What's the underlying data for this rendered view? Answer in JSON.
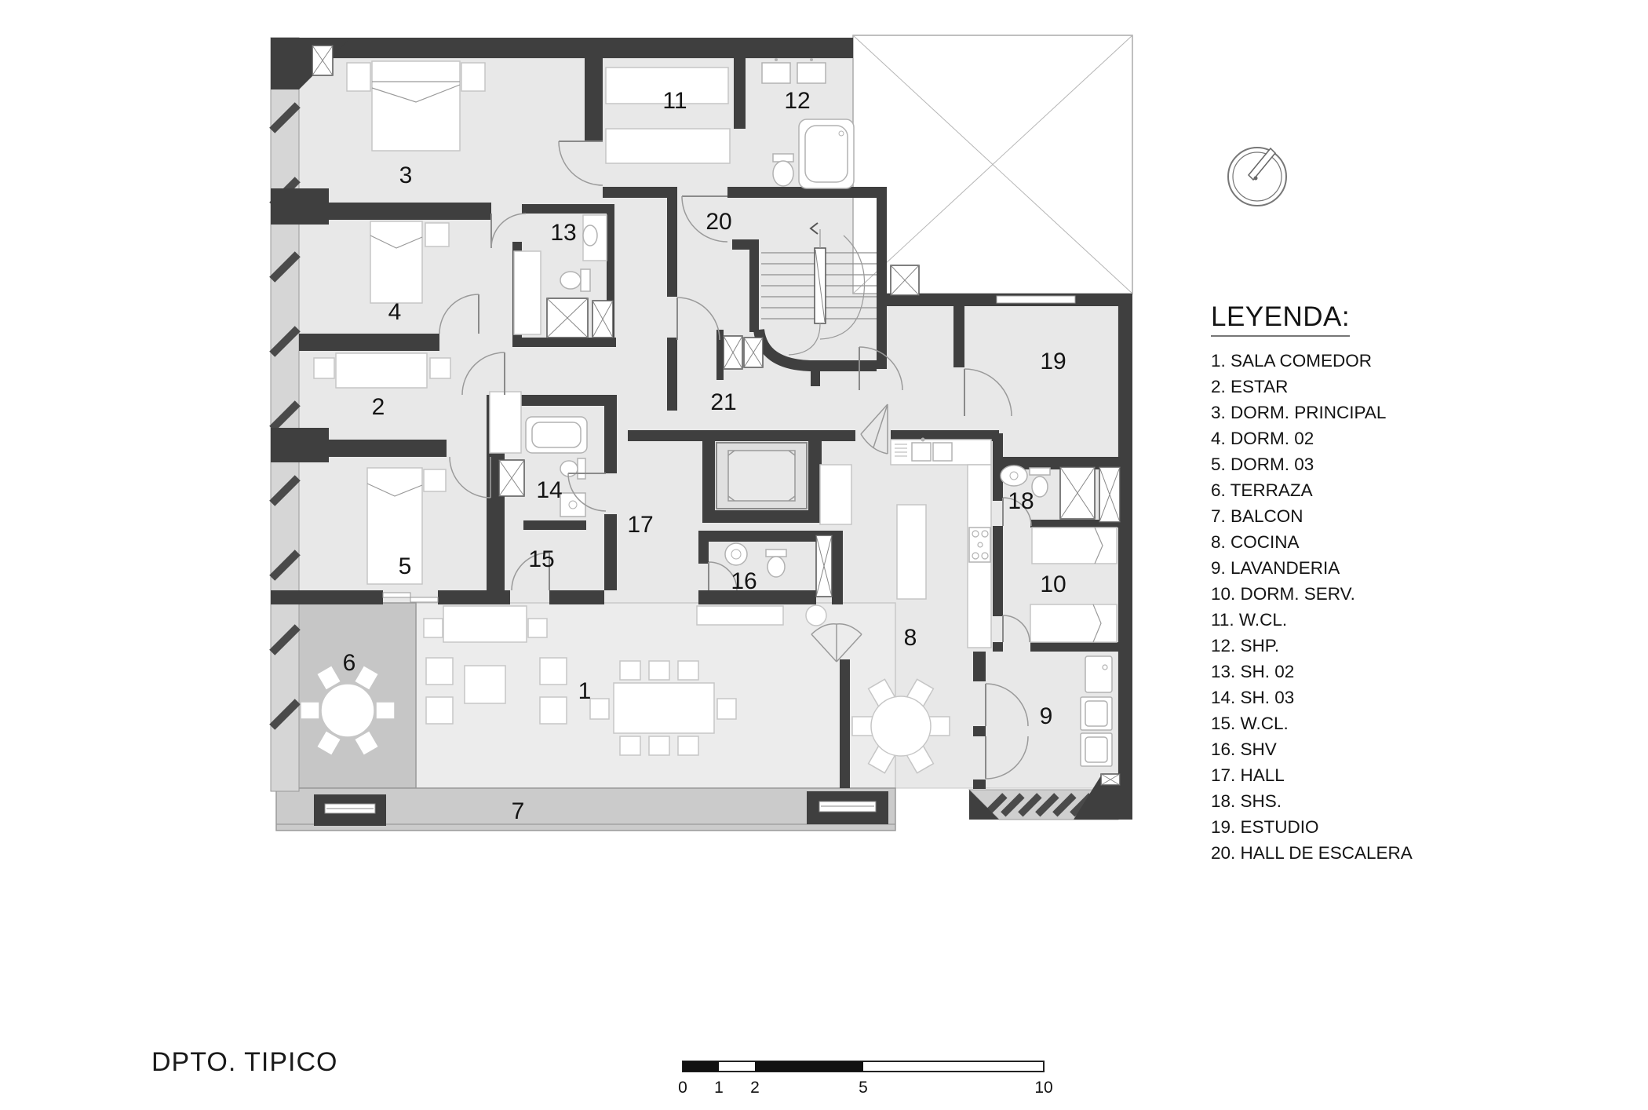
{
  "title": "DPTO. TIPICO",
  "legend": {
    "title": "LEYENDA:",
    "items": [
      "1. SALA COMEDOR",
      "2. ESTAR",
      "3. DORM. PRINCIPAL",
      "4. DORM. 02",
      "5. DORM. 03",
      "6. TERRAZA",
      "7. BALCON",
      "8. COCINA",
      "9. LAVANDERIA",
      "10. DORM. SERV.",
      "11. W.CL.",
      "12. SHP.",
      "13. SH. 02",
      "14. SH. 03",
      "15. W.CL.",
      "16. SHV",
      "17. HALL",
      "18. SHS.",
      "19. ESTUDIO",
      "20. HALL DE ESCALERA"
    ]
  },
  "plan": {
    "room_labels": [
      "1",
      "2",
      "3",
      "4",
      "5",
      "6",
      "7",
      "8",
      "9",
      "10",
      "11",
      "12",
      "13",
      "14",
      "15",
      "16",
      "17",
      "18",
      "19",
      "20",
      "21"
    ]
  },
  "scale_bar": {
    "labels": [
      "0",
      "1",
      "2",
      "5",
      "10"
    ]
  },
  "colors": {
    "wall": "#3f3f3f",
    "room_fill": "#e8e8e8",
    "terrace_fill": "#c6c6c6",
    "balcony_fill": "#cbcbcb",
    "hatch_strip": "#d6d6d6"
  }
}
